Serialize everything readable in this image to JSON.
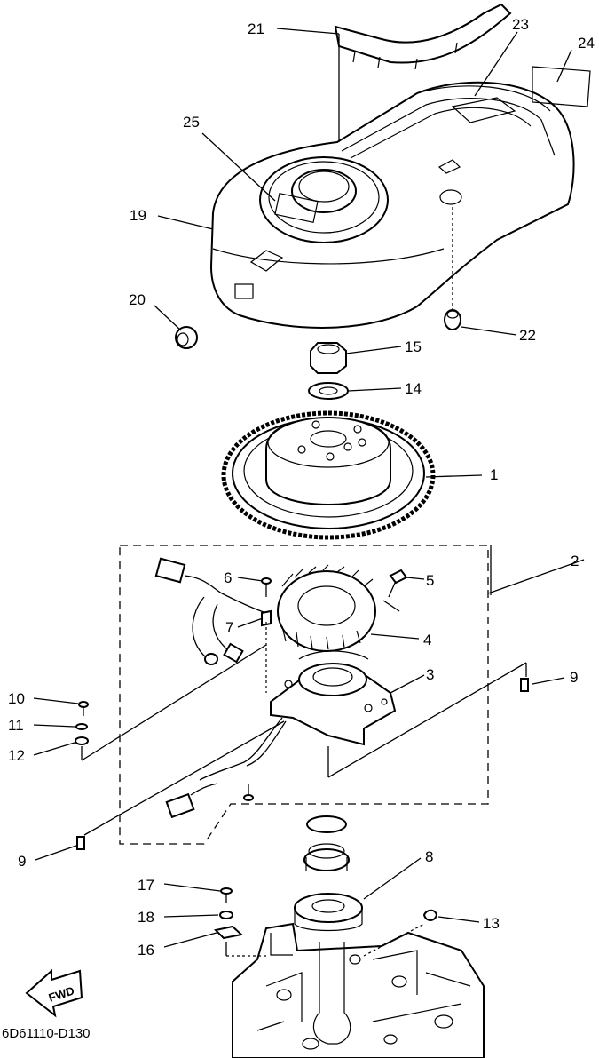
{
  "diagram": {
    "drawing_code": "6D61110-D130",
    "fwd_label": "FWD",
    "callouts": {
      "c1": "1",
      "c2": "2",
      "c3": "3",
      "c4": "4",
      "c5": "5",
      "c6": "6",
      "c7": "7",
      "c8": "8",
      "c9a": "9",
      "c9b": "9",
      "c10": "10",
      "c11": "11",
      "c12": "12",
      "c13": "13",
      "c14": "14",
      "c15": "15",
      "c16": "16",
      "c17": "17",
      "c18": "18",
      "c19": "19",
      "c20": "20",
      "c21": "21",
      "c22": "22",
      "c23": "23",
      "c24": "24",
      "c25": "25"
    }
  }
}
